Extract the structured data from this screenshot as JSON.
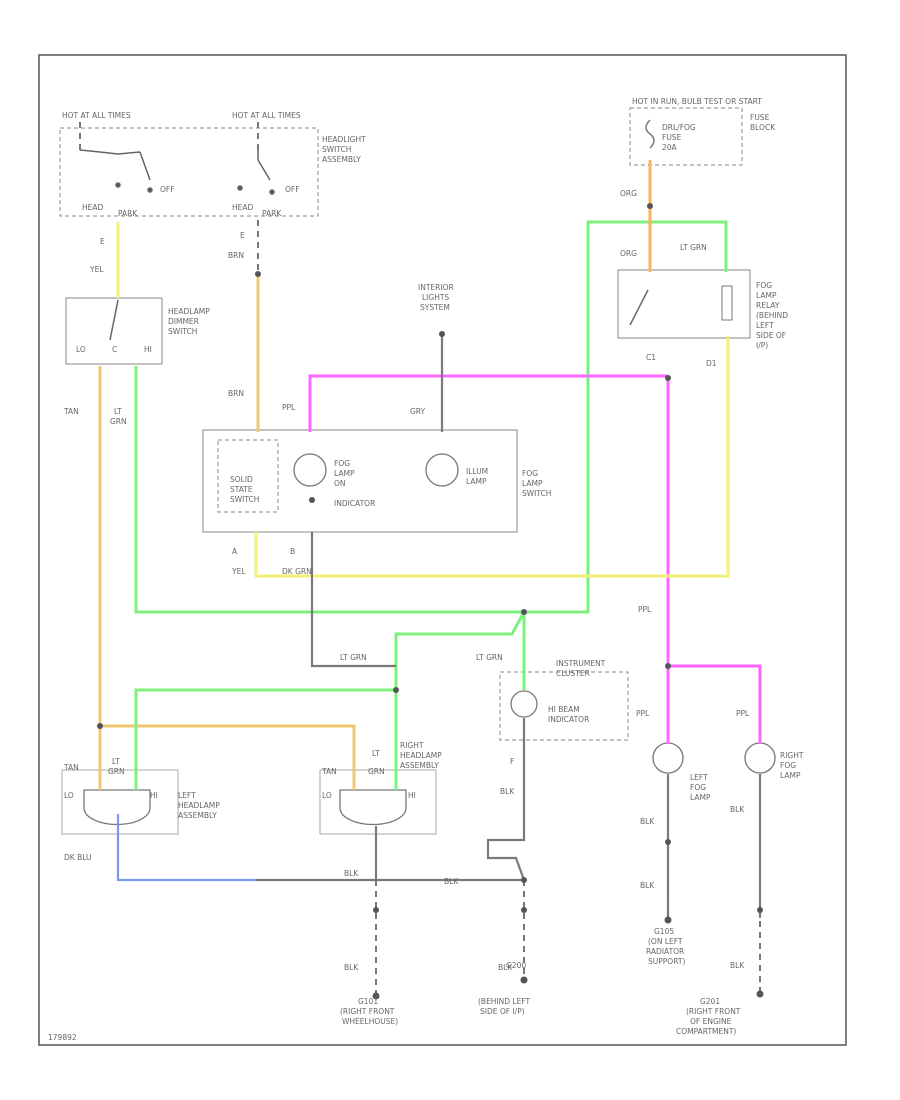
{
  "labels": {
    "hot_all_times_1": "HOT AT ALL TIMES",
    "hot_all_times_2": "HOT AT ALL TIMES",
    "headlight_switch": [
      "HEADLIGHT",
      "SWITCH",
      "ASSEMBLY"
    ],
    "hot_in_run": "HOT IN RUN, BULB TEST OR START",
    "fuse_block": [
      "FUSE",
      "BLOCK"
    ],
    "fuse": [
      "DRL/FOG",
      "FUSE",
      "20A"
    ],
    "dimmer_switch": [
      "HEADLAMP",
      "DIMMER",
      "SWITCH"
    ],
    "interior_lights": [
      "INTERIOR",
      "LIGHTS",
      "SYSTEM"
    ],
    "fog_relay": [
      "FOG",
      "LAMP",
      "RELAY",
      "(BEHIND",
      "LEFT",
      "SIDE OF",
      "I/P)"
    ],
    "fog_switch": [
      "FOG",
      "LAMP",
      "SWITCH"
    ],
    "solid_state": [
      "SOLID",
      "STATE",
      "SWITCH"
    ],
    "fog_on_indicator": [
      "FOG",
      "LAMP",
      "ON"
    ],
    "indicator": "INDICATOR",
    "illum_lamp": [
      "ILLUM",
      "LAMP"
    ],
    "instrument_cluster": [
      "INSTRUMENT",
      "CLUSTER"
    ],
    "hibeam": [
      "HI BEAM",
      "INDICATOR"
    ],
    "left_headlamp": [
      "LEFT",
      "HEADLAMP",
      "ASSEMBLY"
    ],
    "right_headlamp": [
      "RIGHT",
      "HEADLAMP",
      "ASSEMBLY"
    ],
    "left_fog": [
      "LEFT",
      "FOG",
      "LAMP"
    ],
    "right_fog": [
      "RIGHT",
      "FOG",
      "LAMP"
    ],
    "g101": [
      "G101",
      "(RIGHT FRONT",
      "WHEELHOUSE)"
    ],
    "g200": [
      "G200",
      "(BEHIND LEFT",
      "SIDE OF I/P)"
    ],
    "g105": [
      "G105",
      "(ON LEFT",
      "RADIATOR",
      "SUPPORT)"
    ],
    "g201": [
      "G201",
      "(RIGHT FRONT",
      "OF ENGINE",
      "COMPARTMENT)"
    ],
    "figure_id": "179892"
  },
  "wires": {
    "yel": "YEL",
    "brn": "BRN",
    "org": "ORG",
    "ltgrn": "LT GRN",
    "tan": "TAN",
    "ppl": "PPL",
    "gry": "GRY",
    "blk": "BLK",
    "dkblu": "DK BLU",
    "dkgrn": "DK GRN",
    "lt": "LT",
    "grn": "GRN"
  },
  "switch_words": {
    "off": "OFF",
    "head": "HEAD",
    "park": "PARK",
    "lo": "LO",
    "hi": "HI",
    "c": "C"
  },
  "pins": {
    "e": "E",
    "a": "A",
    "b": "B",
    "c1": "C1",
    "d1": "D1",
    "f": "F"
  },
  "colors": {
    "black": "#7a7a7a",
    "green": "#7df07d",
    "yellow": "#f2f27a",
    "tan": "#f0c872",
    "pink": "#ff66ff",
    "orange": "#ffb060",
    "blue": "#7799ee"
  }
}
